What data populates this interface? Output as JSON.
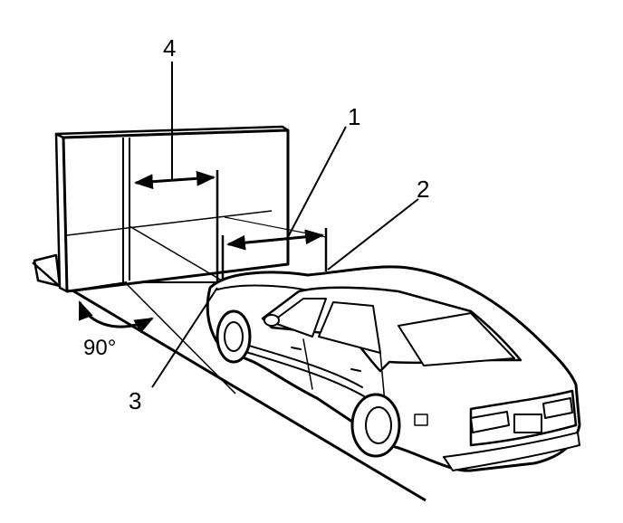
{
  "diagram": {
    "callouts": {
      "c1": "1",
      "c2": "2",
      "c3": "3",
      "c4": "4"
    },
    "angle_label": "90°"
  }
}
